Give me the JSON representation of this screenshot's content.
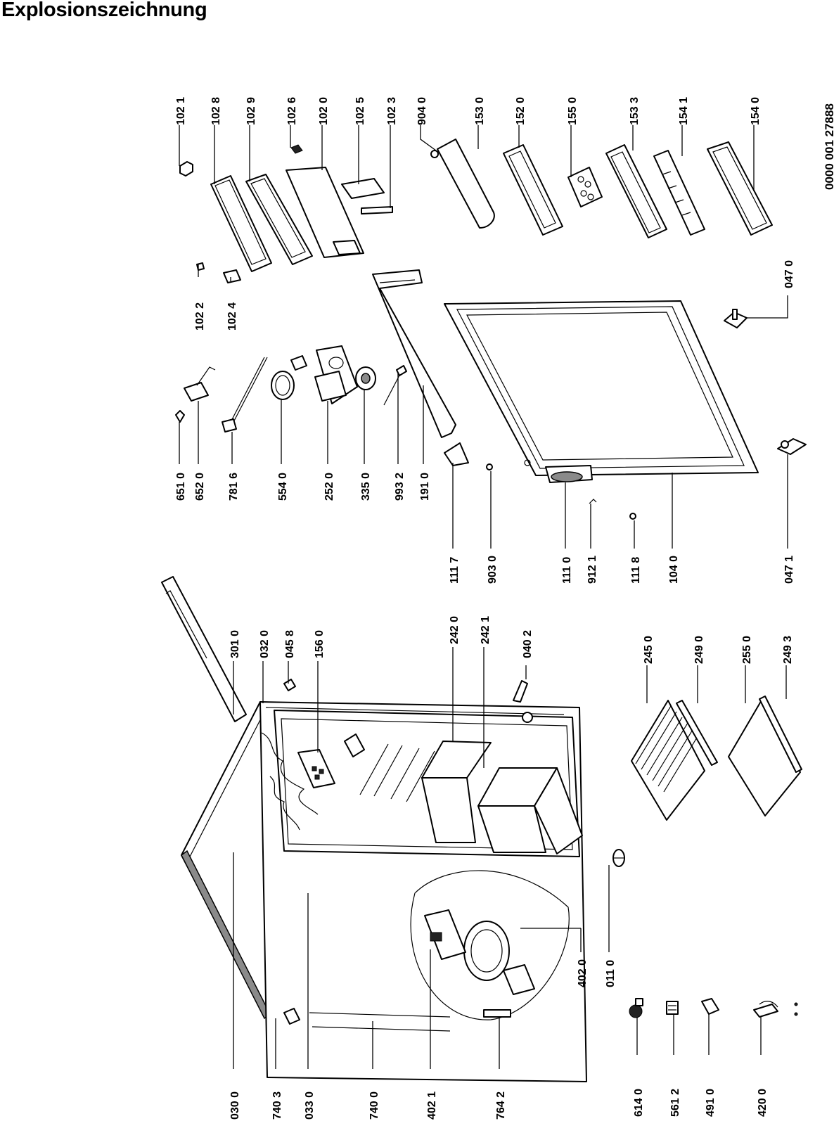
{
  "title": "Explosionszeichnung",
  "document_number": "0000 001 27888",
  "part_labels": [
    "102 1",
    "102 8",
    "102 9",
    "102 6",
    "102 0",
    "102 5",
    "102 3",
    "904 0",
    "153 0",
    "152 0",
    "155 0",
    "153 3",
    "154 1",
    "154 0",
    "047 0",
    "102 2",
    "102 4",
    "651 0",
    "652 0",
    "781 6",
    "554 0",
    "252 0",
    "335 0",
    "993 2",
    "191 0",
    "111 7",
    "903 0",
    "111 0",
    "912 1",
    "111 8",
    "104 0",
    "047 1",
    "301 0",
    "032 0",
    "045 8",
    "156 0",
    "242 0",
    "242 1",
    "040 2",
    "245 0",
    "249 0",
    "255 0",
    "249 3",
    "030 0",
    "740 3",
    "033 0",
    "740 0",
    "402 1",
    "764 2",
    "402 0",
    "011 0",
    "614 0",
    "561 2",
    "491 0",
    "420 0"
  ]
}
